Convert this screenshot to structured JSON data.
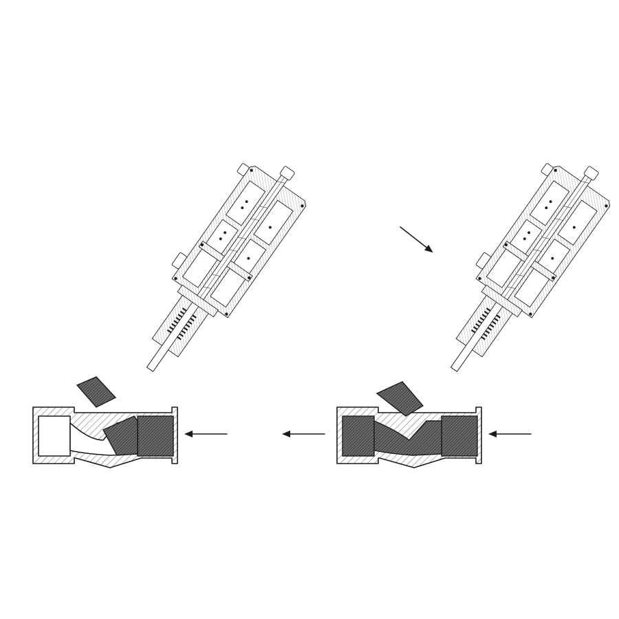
{
  "diagram": {
    "views": [
      {
        "state": "closed",
        "flow_arrows": [
          "inlet-arrow"
        ]
      },
      {
        "state": "open",
        "flow_arrows": [
          "inlet-arrow",
          "outlet-arrow",
          "pilot-arrow"
        ]
      }
    ],
    "colors": {
      "line": "#1a1a1a",
      "background": "#ffffff"
    }
  }
}
